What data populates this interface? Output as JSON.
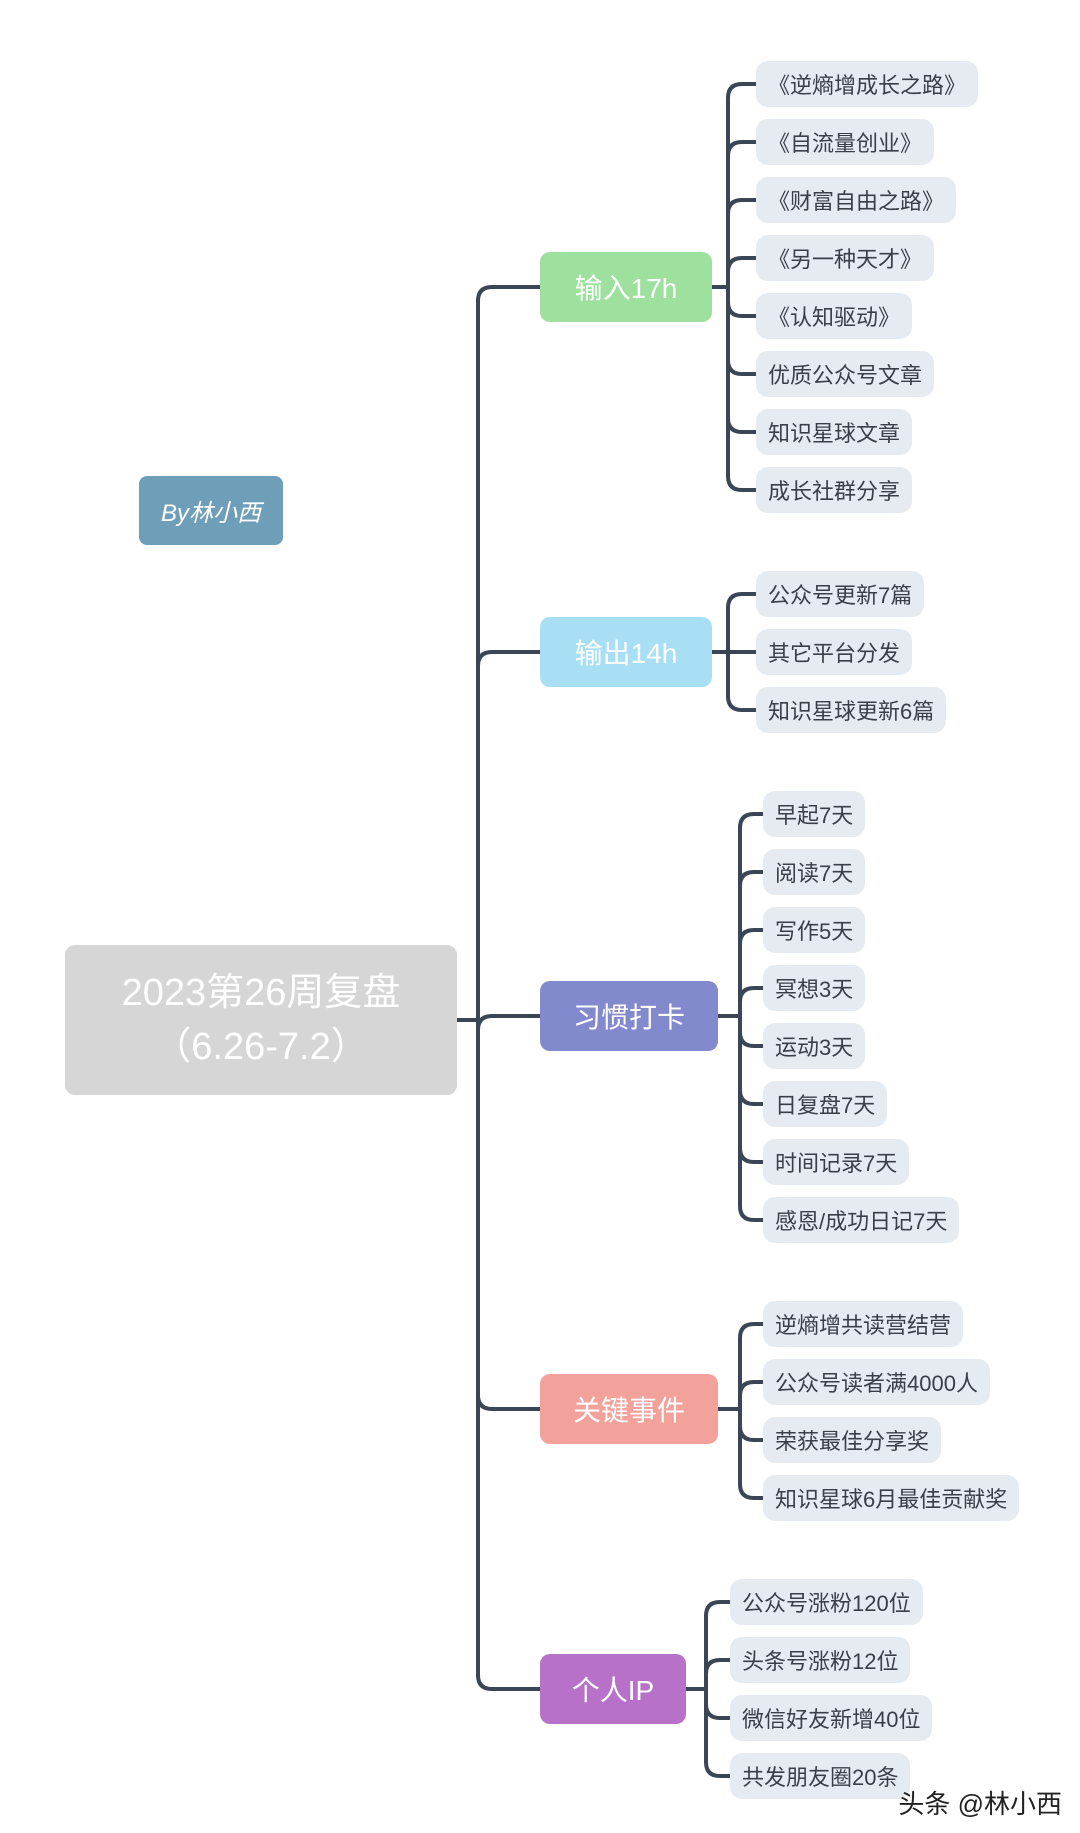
{
  "root": {
    "line1": "2023第26周复盘",
    "line2": "（6.26-7.2）"
  },
  "author": "By林小西",
  "watermark": "头条 @林小西",
  "colors": {
    "connector": "#3a4556",
    "root": "#d6d6d6",
    "author": "#6f9fb8",
    "leaf": "#e6ebf2"
  },
  "branches": [
    {
      "label": "输入17h",
      "color": "#9ee09e",
      "items": [
        "《逆熵增成长之路》",
        "《自流量创业》",
        "《财富自由之路》",
        "《另一种天才》",
        "《认知驱动》",
        "优质公众号文章",
        "知识星球文章",
        "成长社群分享"
      ]
    },
    {
      "label": "输出14h",
      "color": "#a8dff5",
      "items": [
        "公众号更新7篇",
        "其它平台分发",
        "知识星球更新6篇"
      ]
    },
    {
      "label": "习惯打卡",
      "color": "#8289cc",
      "items": [
        "早起7天",
        "阅读7天",
        "写作5天",
        "冥想3天",
        "运动3天",
        "日复盘7天",
        "时间记录7天",
        "感恩/成功日记7天"
      ]
    },
    {
      "label": "关键事件",
      "color": "#f2a29a",
      "items": [
        "逆熵增共读营结营",
        "公众号读者满4000人",
        "荣获最佳分享奖",
        "知识星球6月最佳贡献奖"
      ]
    },
    {
      "label": "个人IP",
      "color": "#b871c8",
      "items": [
        "公众号涨粉120位",
        "头条号涨粉12位",
        "微信好友新增40位",
        "共发朋友圈20条"
      ]
    }
  ]
}
